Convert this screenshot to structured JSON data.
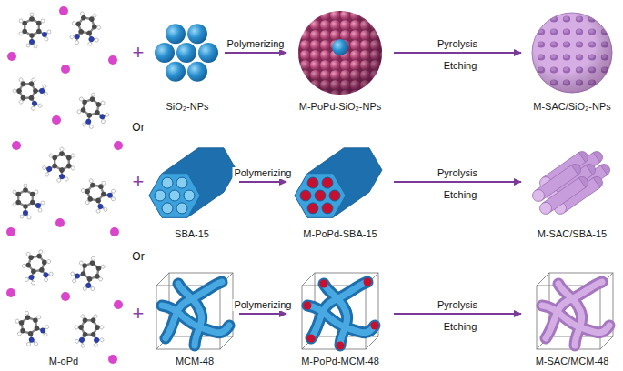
{
  "diagram": {
    "nodes": [
      {
        "text": [
          "M-oPd"
        ]
      },
      {
        "text": [
          "SiO₂-NPs"
        ]
      },
      {
        "text": [
          "M-PoPd-SiO₂-NPs"
        ]
      },
      {
        "text": [
          "M-SAC/SiO₂-NPs"
        ]
      },
      {
        "text": [
          "SBA-15"
        ]
      },
      {
        "text": [
          "M-PoPd-SBA-15"
        ]
      },
      {
        "text": [
          "M-SAC/SBA-15"
        ]
      },
      {
        "text": [
          "MCM-48"
        ]
      },
      {
        "text": [
          "M-PoPd-MCM-48"
        ]
      },
      {
        "text": [
          "M-SAC/MCM-48"
        ]
      }
    ],
    "edges": [
      {
        "from": 1,
        "to": 2,
        "arrow": "to",
        "label": "Polymerizing"
      },
      {
        "from": 2,
        "to": 3,
        "arrow": "to",
        "label": "Pyrolysis"
      },
      {
        "from": 4,
        "to": 5,
        "arrow": "to",
        "label": "Polymerizing"
      },
      {
        "from": 5,
        "to": 6,
        "arrow": "to",
        "label": "Pyrolysis"
      },
      {
        "from": 7,
        "to": 8,
        "arrow": "to",
        "label": "Polymerizing"
      },
      {
        "from": 8,
        "to": 9,
        "arrow": "to",
        "label": "Pyrolysis"
      }
    ],
    "labels": [
      "+",
      "Etching",
      "Or",
      "+",
      "Etching",
      "Or",
      "+",
      "Etching"
    ]
  }
}
